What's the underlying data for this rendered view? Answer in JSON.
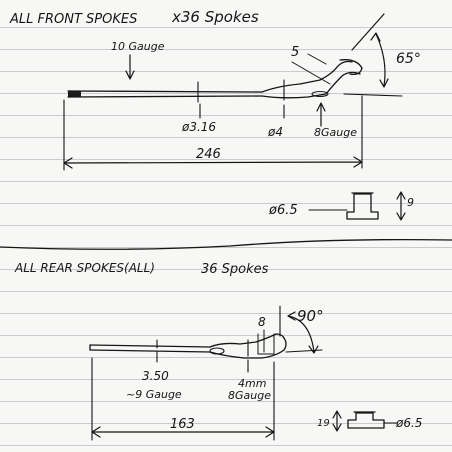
{
  "front": {
    "title": "ALL FRONT SPOKES",
    "count": "x36 Spokes",
    "gauge_10": "10 Gauge",
    "bend_label": "5",
    "angle": "65°",
    "dia_316": "ø3.16",
    "dia_4": "ø4",
    "gauge_8": "8Gauge",
    "length": "246",
    "nipple_dia": "ø6.5",
    "nipple_height": "9"
  },
  "rear": {
    "title": "ALL REAR SPOKES(ALL)",
    "count": "36 Spokes",
    "bend_label": "8",
    "angle": "90°",
    "dia_350": "3.50",
    "gauge_9": "~9 Gauge",
    "dia_4mm": "4mm",
    "gauge_8": "8Gauge",
    "length": "163",
    "nipple_height": "19",
    "nipple_dia": "ø6.5"
  }
}
